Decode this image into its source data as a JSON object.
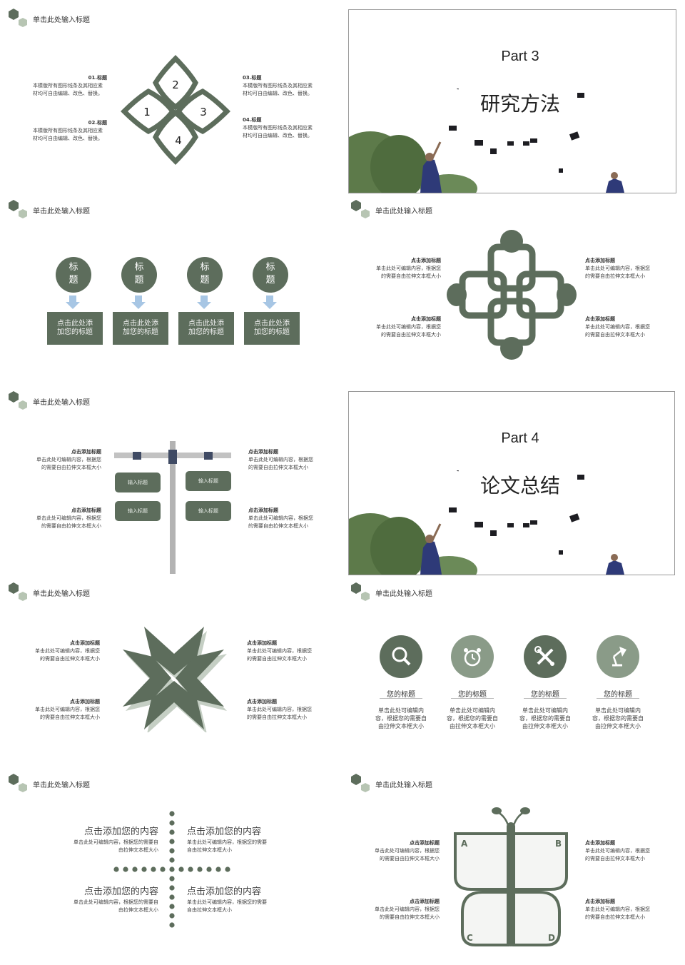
{
  "header_title": "单击此处输入标题",
  "colors": {
    "green": "#5d6d5c",
    "light": "#9fb19c",
    "arrow": "#a7c6e4"
  },
  "slide1": {
    "items": [
      {
        "title": "01.标题",
        "desc": "本模版所有图形线条及其相应素材均可自由编辑、改色、替换。"
      },
      {
        "title": "02.标题",
        "desc": "本模版所有图形线条及其相应素材均可自由编辑、改色、替换。"
      },
      {
        "title": "03.标题",
        "desc": "本模版所有图形线条及其相应素材均可自由编辑、改色、替换。"
      },
      {
        "title": "04.标题",
        "desc": "本模版所有图形线条及其相应素材均可自由编辑、改色、替换。"
      }
    ],
    "numbers": [
      "1",
      "2",
      "3",
      "4"
    ]
  },
  "slide2": {
    "part": "Part 3",
    "title": "研究方法"
  },
  "slide3": {
    "circles": [
      "标\n题",
      "标\n题",
      "标\n题",
      "标\n题"
    ],
    "boxes": [
      "点击此处添\n加您的标题",
      "点击此处添\n加您的标题",
      "点击此处添\n加您的标题",
      "点击此处添\n加您的标题"
    ]
  },
  "slide4": {
    "items": [
      {
        "title": "点击添加标题",
        "desc": "单击此处可编辑内容，根据您的需要自由拉伸文本框大小"
      },
      {
        "title": "点击添加标题",
        "desc": "单击此处可编辑内容，根据您的需要自由拉伸文本框大小"
      },
      {
        "title": "点击添加标题",
        "desc": "单击此处可编辑内容，根据您的需要自由拉伸文本框大小"
      },
      {
        "title": "点击添加标题",
        "desc": "单击此处可编辑内容，根据您的需要自由拉伸文本框大小"
      }
    ]
  },
  "slide5": {
    "items": [
      {
        "title": "点击添加标题",
        "desc": "单击此处可编辑内容，根据您的需要自由拉伸文本框大小"
      },
      {
        "title": "点击添加标题",
        "desc": "单击此处可编辑内容，根据您的需要自由拉伸文本框大小"
      },
      {
        "title": "点击添加标题",
        "desc": "单击此处可编辑内容，根据您的需要自由拉伸文本框大小"
      },
      {
        "title": "点击添加标题",
        "desc": "单击此处可编辑内容，根据您的需要自由拉伸文本框大小"
      }
    ],
    "signs": [
      "输入标题",
      "输入标题",
      "输入标题",
      "输入标题"
    ]
  },
  "slide6": {
    "part": "Part 4",
    "title": "论文总结"
  },
  "slide7": {
    "items": [
      {
        "title": "点击添加标题",
        "desc": "单击此处可编辑内容，根据您的需要自由拉伸文本框大小"
      },
      {
        "title": "点击添加标题",
        "desc": "单击此处可编辑内容，根据您的需要自由拉伸文本框大小"
      },
      {
        "title": "点击添加标题",
        "desc": "单击此处可编辑内容，根据您的需要自由拉伸文本框大小"
      },
      {
        "title": "点击添加标题",
        "desc": "单击此处可编辑内容，根据您的需要自由拉伸文本框大小"
      }
    ]
  },
  "slide8": {
    "items": [
      {
        "icon": "search-icon",
        "title": "您的标题",
        "desc": "单击此处可编辑内容，根据您的需要自由拉伸文本框大小"
      },
      {
        "icon": "alarm-clock-icon",
        "title": "您的标题",
        "desc": "单击此处可编辑内容，根据您的需要自由拉伸文本框大小"
      },
      {
        "icon": "tools-icon",
        "title": "您的标题",
        "desc": "单击此处可编辑内容，根据您的需要自由拉伸文本框大小"
      },
      {
        "icon": "desk-lamp-icon",
        "title": "您的标题",
        "desc": "单击此处可编辑内容，根据您的需要自由拉伸文本框大小"
      }
    ]
  },
  "slide9": {
    "items": [
      {
        "title": "点击添加您的内容",
        "desc": "单击此处可编辑内容，根据您的需要自由拉伸文本框大小"
      },
      {
        "title": "点击添加您的内容",
        "desc": "单击此处可编辑内容，根据您的需要自由拉伸文本框大小"
      },
      {
        "title": "点击添加您的内容",
        "desc": "单击此处可编辑内容，根据您的需要自由拉伸文本框大小"
      },
      {
        "title": "点击添加您的内容",
        "desc": "单击此处可编辑内容，根据您的需要自由拉伸文本框大小"
      }
    ]
  },
  "slide10": {
    "letters": [
      "A",
      "B",
      "C",
      "D"
    ],
    "items": [
      {
        "title": "点击添加标题",
        "desc": "单击此处可编辑内容，根据您的需要自由拉伸文本框大小"
      },
      {
        "title": "点击添加标题",
        "desc": "单击此处可编辑内容，根据您的需要自由拉伸文本框大小"
      },
      {
        "title": "点击添加标题",
        "desc": "单击此处可编辑内容，根据您的需要自由拉伸文本框大小"
      },
      {
        "title": "点击添加标题",
        "desc": "单击此处可编辑内容，根据您的需要自由拉伸文本框大小"
      }
    ]
  }
}
